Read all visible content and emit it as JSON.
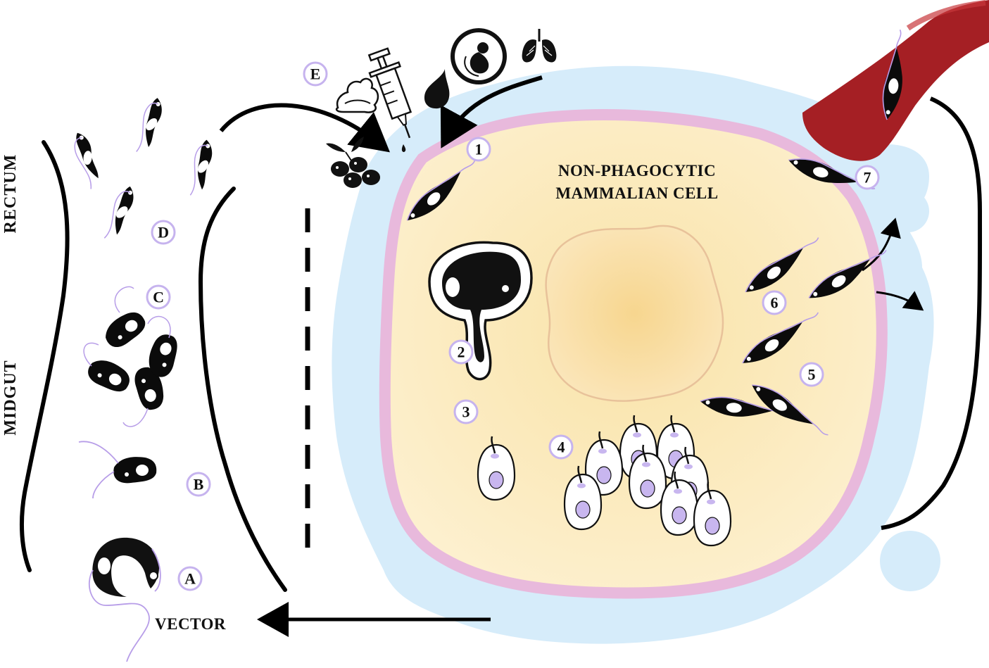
{
  "figure": {
    "cell_title_line1": "NON-PHAGOCYTIC",
    "cell_title_line2": "MAMMALIAN CELL",
    "vector_label": "VECTOR",
    "rectum_label": "RECTUM",
    "midgut_label": "MIDGUT"
  },
  "vector_stages": [
    {
      "id": "A",
      "label": "A"
    },
    {
      "id": "B",
      "label": "B"
    },
    {
      "id": "C",
      "label": "C"
    },
    {
      "id": "D",
      "label": "D"
    }
  ],
  "transmission": {
    "id": "E",
    "label": "E",
    "routes": [
      "cream-icon",
      "syringe-icon",
      "olive-fruit-icon",
      "blood-drop-icon",
      "fetus-icon",
      "lungs-icon"
    ]
  },
  "host_stages": [
    {
      "id": "1",
      "label": "1"
    },
    {
      "id": "2",
      "label": "2"
    },
    {
      "id": "3",
      "label": "3"
    },
    {
      "id": "4",
      "label": "4"
    },
    {
      "id": "5",
      "label": "5"
    },
    {
      "id": "6",
      "label": "6"
    },
    {
      "id": "7",
      "label": "7"
    }
  ],
  "colors": {
    "extracellular": "#d6ecfa",
    "membrane": "#e8b9dc",
    "cytoplasm": "#fbe8bb",
    "nucleus": "#f8dca0",
    "blood_vessel": "#a51f24",
    "parasite": "#0b0b0b",
    "flagellum": "#b79de8",
    "marker_ring": "#c6b3ee",
    "amastigote_nucleus": "#c8b6ef"
  }
}
